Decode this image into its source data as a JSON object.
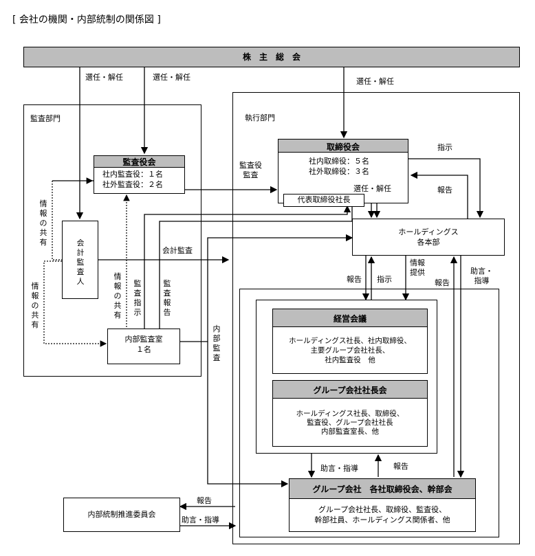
{
  "title": "[ 会社の機関・内部統制の関係図 ]",
  "shareholders": "株　主　総　会",
  "audit_dept": "監査部門",
  "exec_dept": "執行部門",
  "audit_board": {
    "title": "監査役会",
    "line1": "社内監査役：１名",
    "line2": "社外監査役：２名"
  },
  "accounting_auditor": "会計監査人",
  "internal_audit": {
    "line1": "内部監査室",
    "line2": "１名"
  },
  "board": {
    "title": "取締役会",
    "line1": "社内取締役：５名",
    "line2": "社外取締役：３名"
  },
  "rep_director": "代表取締役社長",
  "holdings": {
    "line1": "ホールディングス",
    "line2": "各本部"
  },
  "mgmt_meeting": {
    "title": "経営会議",
    "line1": "ホールディングス社長、社内取締役、",
    "line2": "主要グループ会社社長、",
    "line3": "社内監査役　他"
  },
  "group_presidents": {
    "title": "グループ会社社長会",
    "line1": "ホールディングス社長、取締役、",
    "line2": "監査役、グループ会社社長",
    "line3": "内部監査室長、他"
  },
  "group_company": {
    "title": "グループ会社　各社取締役会、幹部会",
    "line1": "グループ会社社長、取締役、監査役、",
    "line2": "幹部社員、ホールディングス関係者、他"
  },
  "ic_committee": "内部統制推進委員会",
  "labels": {
    "select_dismiss": "選任・解任",
    "auditor_audit": "監査役\n監査",
    "instruction": "指示",
    "report": "報告",
    "accounting_audit": "会計監査",
    "info_share": "情報の共有",
    "audit_instruction": "監査指示",
    "audit_report": "監査報告",
    "internal_audit_v": "内部監査",
    "info_provide": "情報\n提供",
    "advice_guidance": "助言・指導",
    "advice_guidance2": "助言・\n指導"
  }
}
